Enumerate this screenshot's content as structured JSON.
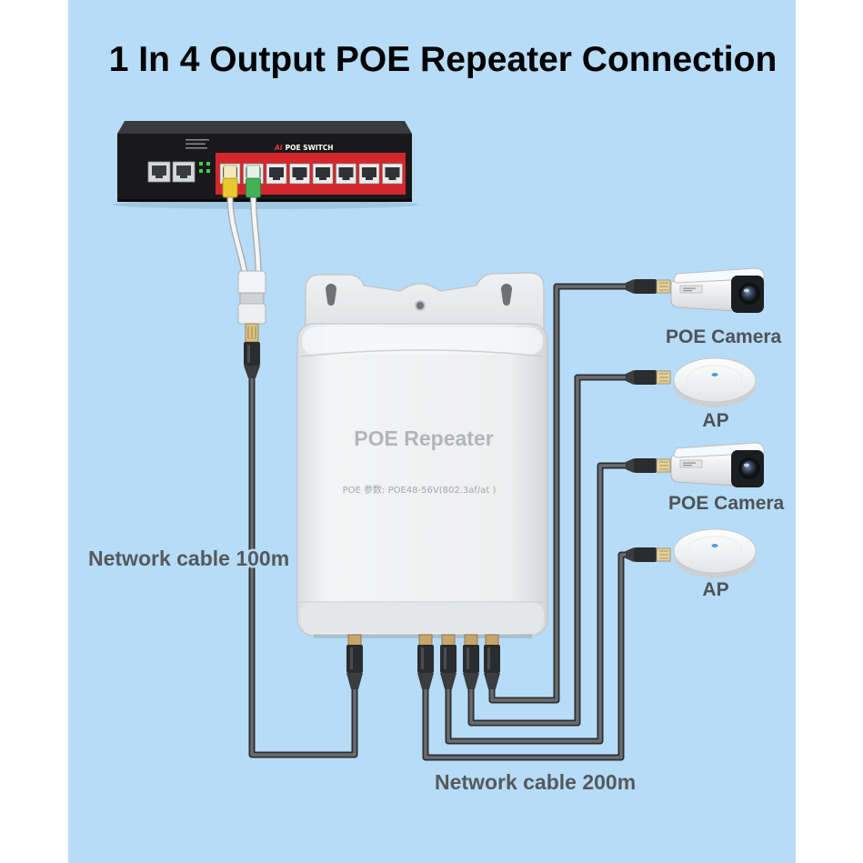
{
  "title": "1 In 4 Output POE Repeater Connection",
  "poe_switch": {
    "brand": "AI",
    "label": "POE SWITCH"
  },
  "repeater": {
    "name": "POE Repeater",
    "spec": "POE 参数: POE48-56V(802.3af/at )"
  },
  "devices": [
    {
      "label": "POE Camera",
      "icon": "camera-icon"
    },
    {
      "label": "AP",
      "icon": "access-point-icon"
    },
    {
      "label": "POE Camera",
      "icon": "camera-icon"
    },
    {
      "label": "AP",
      "icon": "access-point-icon"
    }
  ],
  "cables": {
    "input_label": "Network cable 100m",
    "output_label": "Network cable 200m"
  },
  "colors": {
    "background": "#b7dcf7",
    "cable": "#6a6d70",
    "label_text": "#4f5357",
    "switch_port_panel": "#d3272c"
  }
}
